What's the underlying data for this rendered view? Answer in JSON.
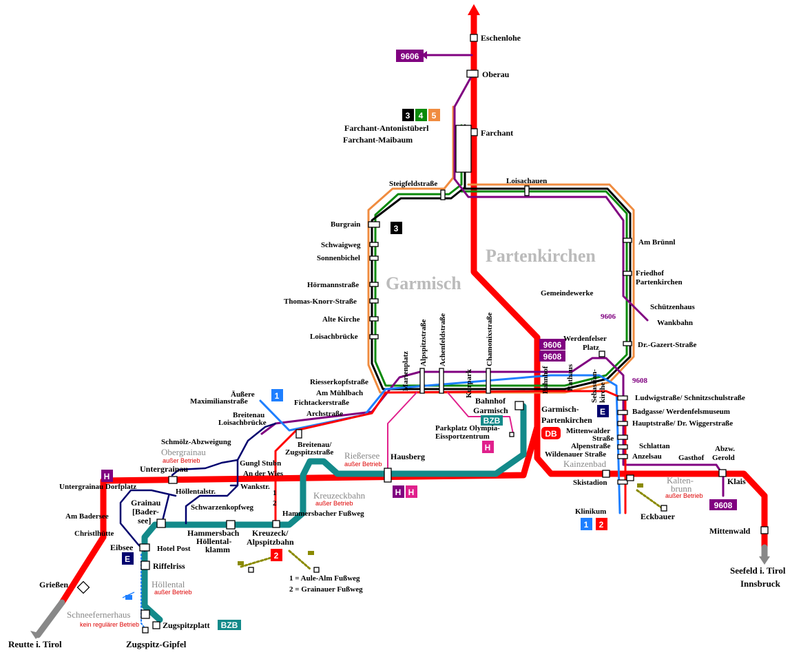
{
  "colors": {
    "db": "#ff0000",
    "bzb": "#138a8a",
    "bus1": "#1e7fff",
    "bus2": "#ff0000",
    "bus3": "#000000",
    "bus4": "#0a8a0a",
    "bus5": "#f08c40",
    "bus9606": "#800080",
    "bus9608": "#800080",
    "regional": "#00006e",
    "pink": "#e0208c",
    "gondola": "#8a8a00"
  },
  "towns": {
    "garmisch": "Garmisch",
    "partenkirchen": "Partenkirchen"
  },
  "endpoints": {
    "north": "Eschenlohe",
    "reutte": "Reutte i. Tirol",
    "zugspitze": "Zugspitz-Gipfel",
    "seefeld": "Seefeld i. Tirol",
    "innsbruck": "Innsbruck"
  },
  "badges": {
    "b9606_top": "9606",
    "b3": "3",
    "b4": "4",
    "b5": "5",
    "b3_small": "3",
    "b1": "1",
    "b9606_mid": "9606",
    "b9608_mid": "9608",
    "bE_east": "E",
    "bE_west": "E",
    "bH_west": "H",
    "bH_center1": "H",
    "bH_center2": "H",
    "bH_olympia": "H",
    "b1_klinikum": "1",
    "b2_klinikum": "2",
    "b9608_klais": "9608",
    "b2_kreuzeck": "2",
    "bzb_bahnhof": "BZB",
    "bzb_platt": "BZB",
    "db_logo": "DB"
  },
  "route_labels": {
    "r9606": "9606",
    "r9608": "9608"
  },
  "stations": {
    "oberau": "Oberau",
    "farchant": "Farchant",
    "farchant_anton": "Farchant-Antonistüberl",
    "farchant_maibaum": "Farchant-Maibaum",
    "steigfeld": "Steigfeldstraße",
    "loisachauen": "Loisachauen",
    "burgrain": "Burgrain",
    "schwaigweg": "Schwaigweg",
    "sonnenbichel": "Sonnenbichel",
    "hoermann": "Hörmannstraße",
    "thomas_knorr": "Thomas-Knorr-Straße",
    "alte_kirche": "Alte Kirche",
    "loisachbruecke": "Loisachbrücke",
    "am_bruennl": "Am Brünnl",
    "friedhof1": "Friedhof",
    "friedhof2": "Partenkirchen",
    "gemeindewerke": "Gemeindewerke",
    "schuetzenhaus": "Schützenhaus",
    "wankbahn": "Wankbahn",
    "gazert": "Dr.-Gazert-Straße",
    "werdenfelser1": "Werdenfelser",
    "werdenfelser2": "Platz",
    "marienplatz": "Marienplatz",
    "alpspitz": "Alpspitzstraße",
    "achenfeld": "Achenfeldstraße",
    "kurpark": "Kurpark",
    "chamonix": "Chamonixstraße",
    "bahnhof_v": "Bahnhof",
    "rathaus": "Rathaus",
    "sebastian1": "Sebastian-",
    "sebastian2": "kirche",
    "riesserkopf": "Riesserkopfstraße",
    "am_muehlbach": "Am Mühlbach",
    "fichtacker": "Fichtackerstraße",
    "arch": "Archstraße",
    "aeussere1": "Äußere",
    "aeussere2": "Maximilianstraße",
    "breitenau1": "Breitenau",
    "breitenau2": "Loisachbrücke",
    "schmoelz": "Schmölz-Abzweigung",
    "obergrainau": "Obergrainau",
    "untergrainau": "Untergrainau",
    "untergrainau_dorf": "Untergrainau Dorfplatz",
    "breitenau_zug1": "Breitenau/",
    "breitenau_zug2": "Zugspitzstraße",
    "bahnhof_gap1": "Bahnhof",
    "bahnhof_gap2": "Garmisch",
    "riessersee": "Rießersee",
    "hausberg": "Hausberg",
    "parkplatz1": "Parkplatz Olympia-",
    "parkplatz2": "Eissportzentrum",
    "gap1": "Garmisch-",
    "gap2": "Partenkirchen",
    "ludwig": "Ludwigstraße/ Schnitzschulstraße",
    "badgasse": "Badgasse/ Werdenfelsmuseum",
    "haupt": "Hauptstraße/ Dr. Wiggerstraße",
    "mittenwalder1": "Mittenwalder",
    "mittenwalder2": "Straße",
    "alpen": "Alpenstraße",
    "wildenauer": "Wildenauer Straße",
    "schlattan": "Schlattan",
    "anzelsau": "Anzelsau",
    "gasthof": "Gasthof",
    "abzw1": "Abzw.",
    "abzw2": "Gerold",
    "kainzenbad": "Kainzenbad",
    "skistadion": "Skistadion",
    "kaltenbrunn1": "Kalten-",
    "kaltenbrunn2": "brunn",
    "eckbauer": "Eckbauer",
    "klinikum": "Klinikum",
    "klais": "Klais",
    "mittenwald": "Mittenwald",
    "gungl": "Gungl Stubn",
    "an_der_wies": "An der Wies",
    "wankstr": "Wankstr.",
    "hoellentalstr": "Höllentalstr.",
    "schwarzenkopf": "Schwarzenkopfweg",
    "hammersbacher": "Hammersbacher Fußweg",
    "kreuzeckbahn": "Kreuzeckbahn",
    "hammersbach1": "Hammersbach",
    "hammersbach2": "Höllental-",
    "hammersbach3": "klamm",
    "kreuzeck1": "Kreuzeck/",
    "kreuzeck2": "Alpspitzbahn",
    "grainau1": "Grainau",
    "grainau2": "[Bader-",
    "grainau3": "see]",
    "hotel_post": "Hotel Post",
    "am_badersee": "Am Badersee",
    "christl": "Christlhütte",
    "eibsee": "Eibsee",
    "riffelriss": "Riffelriss",
    "hoellental": "Höllental",
    "schneeferner": "Schneefernerhaus",
    "zugspitzplatt": "Zugspitzplatt",
    "griessen": "Grießen"
  },
  "notes": {
    "ausser1": "außer Betrieb",
    "ausser2": "außer Betrieb",
    "ausser3": "außer Betrieb",
    "ausser4": "außer Betrieb",
    "ausser5": "außer Betrieb",
    "kein": "kein regulärer Betrieb",
    "one": "1",
    "two": "2",
    "legend1": "1 = Aule-Alm Fußweg",
    "legend2": "2 = Grainauer Fußweg"
  }
}
